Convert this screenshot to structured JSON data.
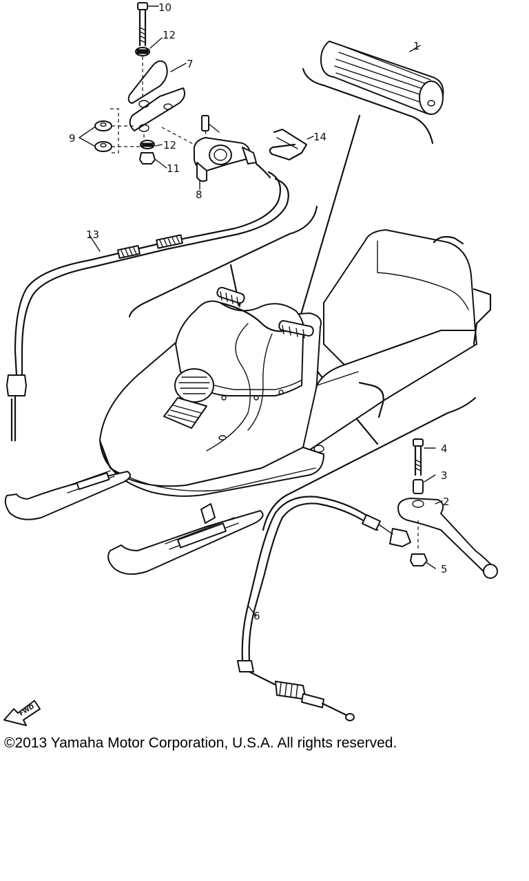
{
  "diagram": {
    "callouts": [
      "1",
      "2",
      "3",
      "4",
      "5",
      "6",
      "7",
      "8",
      "9",
      "10",
      "11",
      "12",
      "12",
      "13",
      "14"
    ],
    "fwd_label": "FWD"
  },
  "footer": {
    "copyright": "©2013 Yamaha Motor Corporation, U.S.A. All rights reserved."
  }
}
